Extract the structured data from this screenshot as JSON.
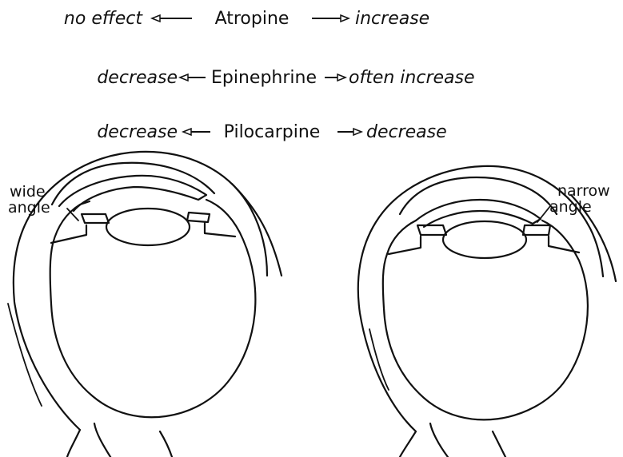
{
  "drug_effects": [
    {
      "drug": "Atropine",
      "wide_angle_effect": "no effect",
      "narrow_angle_effect": "increase"
    },
    {
      "drug": "Epinephrine",
      "wide_angle_effect": "decrease",
      "narrow_angle_effect": "often increase"
    },
    {
      "drug": "Pilocarpine",
      "wide_angle_effect": "decrease",
      "narrow_angle_effect": "decrease"
    }
  ],
  "eye_left": {
    "label_line1": "wide",
    "label_line2": "angle"
  },
  "eye_right": {
    "label_line1": "narrow",
    "label_line2": "angle"
  }
}
